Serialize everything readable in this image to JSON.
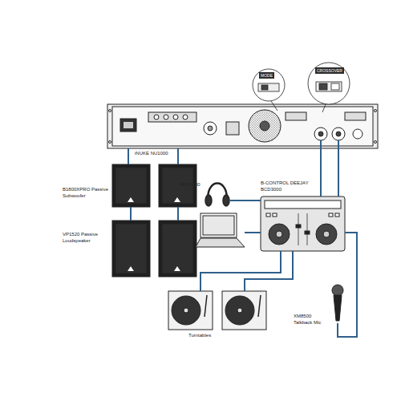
{
  "diagram": {
    "nodes": [
      {
        "text": [
          "iNUKE NU1000"
        ]
      },
      {
        "text": [
          "B1800XPRO Passive Subwoofer"
        ]
      },
      {
        "text": [
          "VP1520 Passive Loudspeaker"
        ]
      },
      {
        "text": [
          "HPX2000"
        ]
      },
      {
        "text": [
          "B-CONTROL DEEJAY BCD3000"
        ]
      },
      {
        "text": [
          "Turntables"
        ]
      },
      {
        "text": [
          "XM8500 Talkback Mic"
        ]
      }
    ],
    "edges": [
      {
        "from": 0,
        "to": 1,
        "arrow": "none"
      },
      {
        "from": 1,
        "to": 2,
        "arrow": "none"
      },
      {
        "from": 4,
        "to": 0,
        "arrow": "none"
      },
      {
        "from": 3,
        "to": 4,
        "arrow": "none"
      },
      {
        "from": 5,
        "to": 4,
        "arrow": "none"
      },
      {
        "from": 6,
        "to": 4,
        "arrow": "none"
      }
    ],
    "labels": [
      "MODE",
      "CROSSOVER"
    ]
  }
}
